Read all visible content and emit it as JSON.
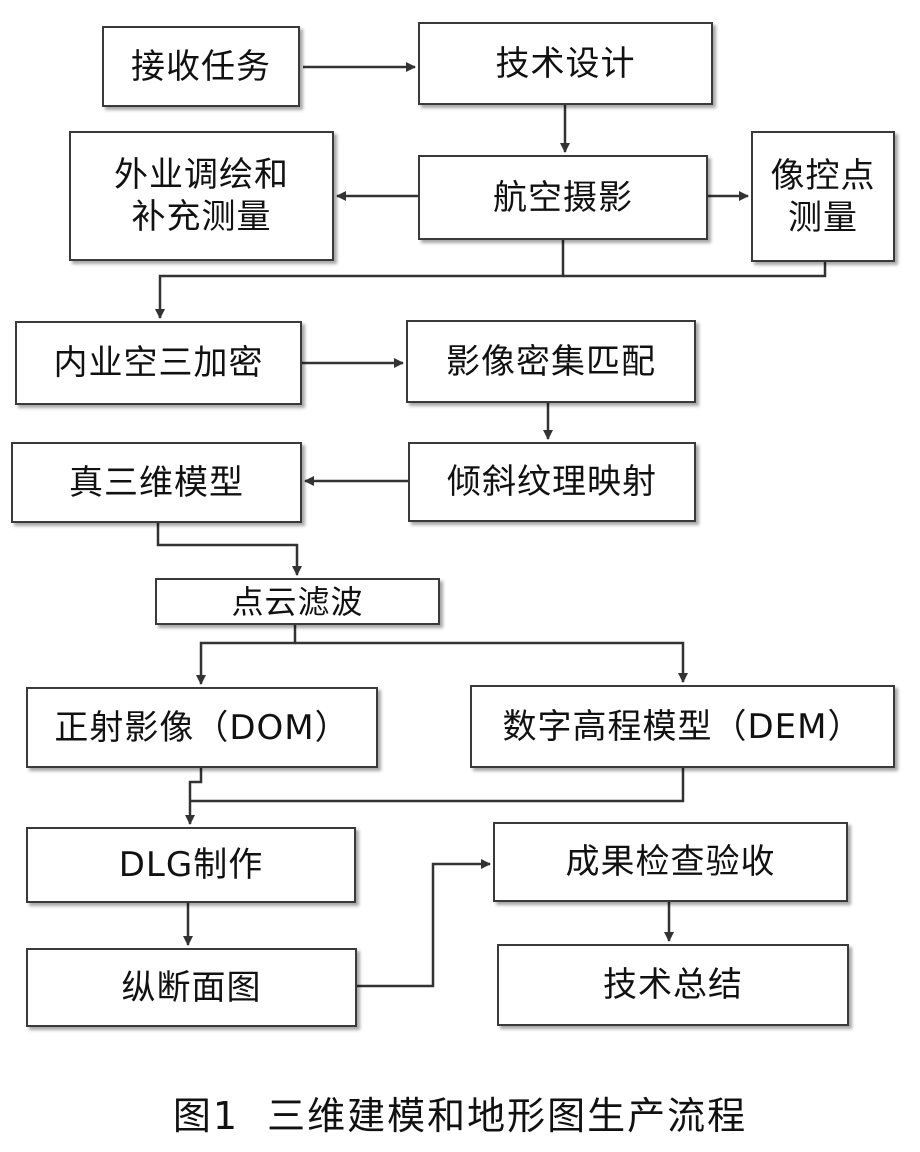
{
  "diagram": {
    "nodes": {
      "receive_task": "接收任务",
      "technical_design": "技术设计",
      "field_survey": "外业调绘和\n补充测量",
      "aerial_photography": "航空摄影",
      "control_point_survey": "像控点\n测量",
      "aerial_triangulation": "内业空三加密",
      "dense_matching": "影像密集匹配",
      "true_3d_model": "真三维模型",
      "texture_mapping": "倾斜纹理映射",
      "point_cloud_filtering": "点云滤波",
      "dom": "正射影像（DOM）",
      "dem": "数字高程模型（DEM）",
      "dlg": "DLG制作",
      "result_inspection": "成果检查验收",
      "profile_map": "纵断面图",
      "technical_summary": "技术总结"
    },
    "caption": "图1  三维建模和地形图生产流程"
  },
  "colors": {
    "line": "#333333",
    "border": "#3a3a3a",
    "text": "#111111"
  }
}
